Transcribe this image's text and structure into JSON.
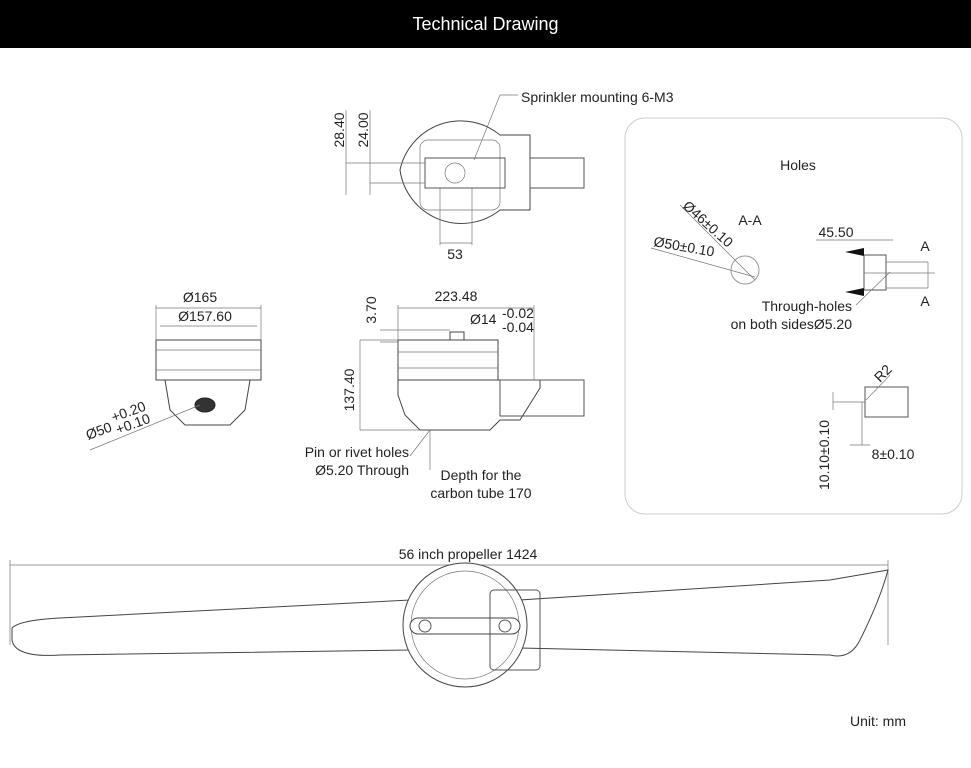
{
  "header": {
    "title": "Technical Drawing"
  },
  "top_view": {
    "sprinkler_label": "Sprinkler mounting 6-M3",
    "dim_28_40": "28.40",
    "dim_24_00": "24.00",
    "dim_53": "53"
  },
  "front_view": {
    "dia_165": "Ø165",
    "dia_157_60": "Ø157.60",
    "dia_50": "Ø50",
    "tol_upper": "+0.20",
    "tol_lower": "+0.10"
  },
  "side_view": {
    "dim_223_48": "223.48",
    "dia_14": "Ø14",
    "tol_upper": "-0.02",
    "tol_lower": "-0.04",
    "dim_3_70": "3.70",
    "dim_137_40": "137.40",
    "pin_label_1": "Pin or rivet holes",
    "pin_label_2": "Ø5.20 Through",
    "depth_label_1": "Depth for the",
    "depth_label_2": "carbon tube 170"
  },
  "holes_panel": {
    "title": "Holes",
    "section": "A-A",
    "dia_46": "Ø46±0.10",
    "dia_50": "Ø50±0.10",
    "dim_45_50": "45.50",
    "marker_a_top": "A",
    "marker_a_bottom": "A",
    "through_1": "Through-holes",
    "through_2": "on both sidesØ5.20",
    "r2": "R2",
    "dim_10_10": "10.10±0.10",
    "dim_8": "8±0.10"
  },
  "propeller": {
    "label": "56 inch propeller 1424"
  },
  "unit": "Unit:  mm"
}
